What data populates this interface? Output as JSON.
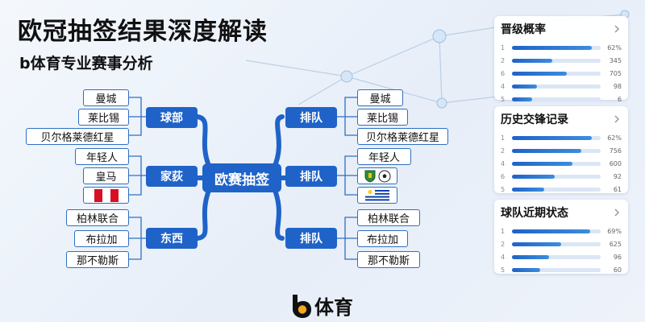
{
  "header": {
    "title": "欧冠抽签结果深度解读",
    "subtitle": "b体育专业赛事分析"
  },
  "mindmap": {
    "center": "欧赛抽签",
    "left_groups": [
      {
        "label": "球部",
        "items": [
          "曼城",
          "莱比锡",
          "贝尔格莱德红星"
        ]
      },
      {
        "label": "家荻",
        "items": [
          "年轻人",
          "皇马",
          "peru-flag"
        ]
      },
      {
        "label": "东西",
        "items": [
          "柏林联合",
          "布拉加",
          "那不勒斯"
        ]
      }
    ],
    "right_groups": [
      {
        "label": "排队",
        "items": [
          "曼城",
          "莱比锡",
          "贝尔格莱德红星"
        ]
      },
      {
        "label": "排队",
        "items": [
          "年轻人",
          "club-crest-icon",
          "uruguay-flag"
        ]
      },
      {
        "label": "排队",
        "items": [
          "柏林联合",
          "布拉加",
          "那不勒斯"
        ]
      }
    ]
  },
  "panels": [
    {
      "title": "晋级概率",
      "rows": [
        {
          "rank": "1",
          "fill": 0.9,
          "value": "62%"
        },
        {
          "rank": "2",
          "fill": 0.45,
          "value": "345"
        },
        {
          "rank": "6",
          "fill": 0.62,
          "value": "705"
        },
        {
          "rank": "4",
          "fill": 0.28,
          "value": "98"
        },
        {
          "rank": "5",
          "fill": 0.23,
          "value": "6"
        }
      ]
    },
    {
      "title": "历史交锋记录",
      "rows": [
        {
          "rank": "1",
          "fill": 0.9,
          "value": "62%"
        },
        {
          "rank": "2",
          "fill": 0.78,
          "value": "756"
        },
        {
          "rank": "4",
          "fill": 0.68,
          "value": "600"
        },
        {
          "rank": "6",
          "fill": 0.48,
          "value": "92"
        },
        {
          "rank": "5",
          "fill": 0.36,
          "value": "61"
        }
      ]
    },
    {
      "title": "球队近期状态",
      "rows": [
        {
          "rank": "1",
          "fill": 0.88,
          "value": "69%"
        },
        {
          "rank": "2",
          "fill": 0.55,
          "value": "625"
        },
        {
          "rank": "4",
          "fill": 0.42,
          "value": "96"
        },
        {
          "rank": "5",
          "fill": 0.32,
          "value": "60"
        }
      ]
    }
  ],
  "footer": {
    "logo_text": "体育"
  },
  "colors": {
    "primary": "#1f63c8",
    "line": "#2f6fc1",
    "bar_track": "#dbe6f5"
  }
}
